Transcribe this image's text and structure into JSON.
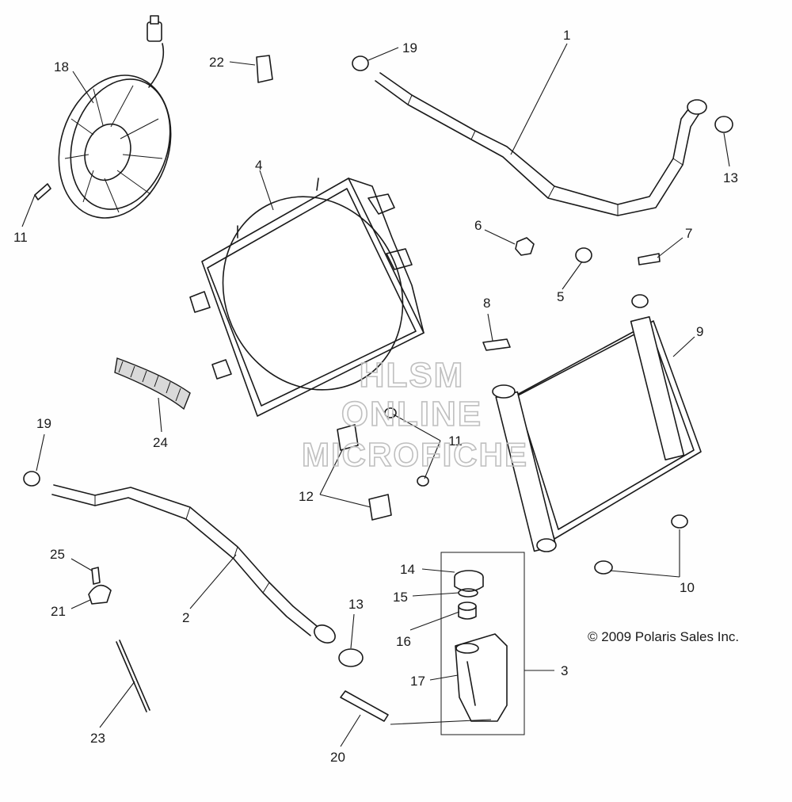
{
  "callouts": [
    "1",
    "2",
    "3",
    "4",
    "5",
    "6",
    "7",
    "8",
    "9",
    "10",
    "11",
    "11",
    "12",
    "13",
    "13",
    "14",
    "15",
    "16",
    "17",
    "18",
    "19",
    "19",
    "20",
    "21",
    "22",
    "23",
    "24",
    "25"
  ],
  "watermark": {
    "line1": "HLSM",
    "line2": "ONLINE",
    "line3": "MICROFICHE"
  },
  "copyright": "© 2009 Polaris Sales Inc."
}
